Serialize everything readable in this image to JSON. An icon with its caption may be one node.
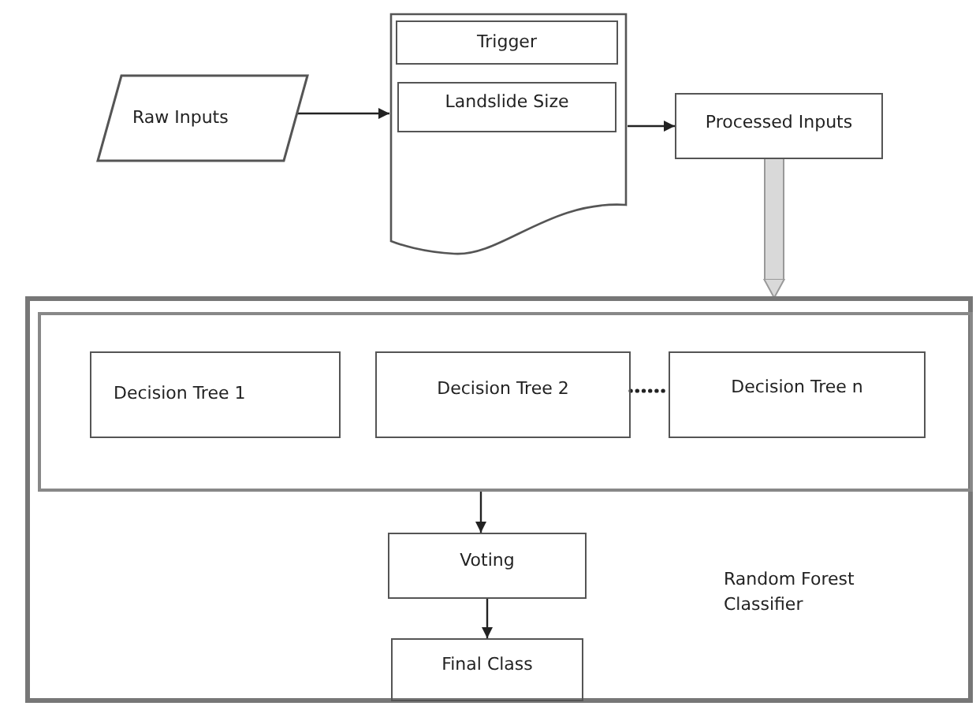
{
  "diagram": {
    "nodes": [
      {
        "text": [
          "Raw Inputs"
        ]
      },
      {
        "text": [],
        "shape": "document"
      },
      {
        "text": [
          "Trigger"
        ],
        "in": 1
      },
      {
        "text": [
          "Landslide Size"
        ],
        "in": 1
      },
      {
        "text": [
          "Processed Inputs"
        ]
      },
      {
        "text": [
          "Random Forest Classifier"
        ]
      },
      {
        "text": [],
        "shape": "box",
        "in": 5
      },
      {
        "text": [
          "Decision Tree 1"
        ],
        "in": 6
      },
      {
        "text": [
          "Decision Tree 2"
        ],
        "in": 6
      },
      {
        "text": [
          "Decision Tree n"
        ],
        "in": 6
      },
      {
        "text": [
          "Voting"
        ],
        "in": 5
      },
      {
        "text": [
          "Final Class"
        ],
        "in": 5
      }
    ],
    "edges": [
      {
        "from": 0,
        "to": 1,
        "arrow": "to"
      },
      {
        "from": 1,
        "to": 4,
        "arrow": "to"
      },
      {
        "from": 4,
        "to": 5,
        "arrow": "to",
        "style": "thick",
        "color": "#d9d9d9"
      },
      {
        "from": 8,
        "to": 9,
        "arrow": "none",
        "style": "dashed"
      },
      {
        "from": 6,
        "to": 10,
        "arrow": "to"
      },
      {
        "from": 10,
        "to": 11,
        "arrow": "to"
      }
    ]
  }
}
